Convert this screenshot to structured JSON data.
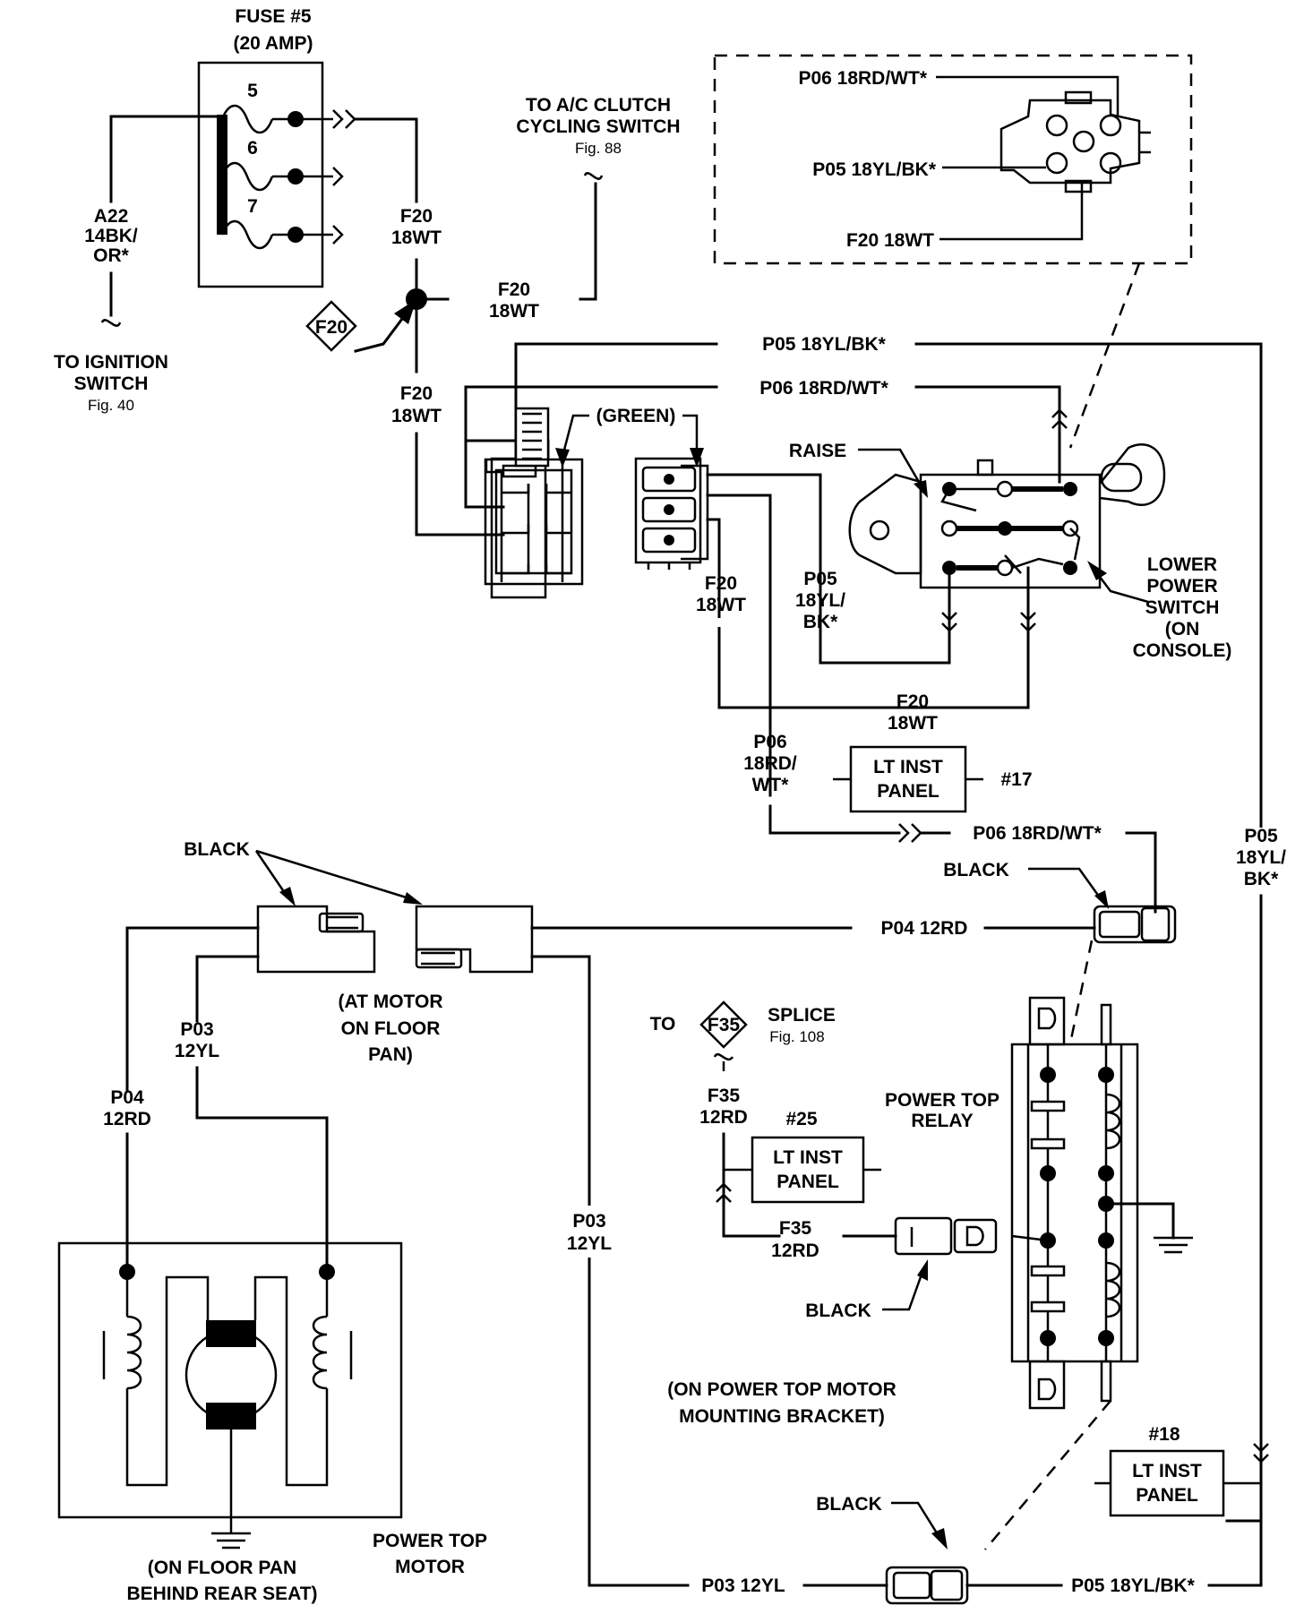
{
  "fuse_block": {
    "title": "FUSE #5",
    "rating": "(20 AMP)",
    "fuses": [
      "5",
      "6",
      "7"
    ]
  },
  "ignition_feed": {
    "wire_code": "A22",
    "wire_gauge_color_1": "14BK/",
    "wire_gauge_color_2": "OR*",
    "dest_line1": "TO IGNITION",
    "dest_line2": "SWITCH",
    "dest_fig": "Fig. 40"
  },
  "ac_clutch": {
    "line1": "TO A/C CLUTCH",
    "line2": "CYCLING SWITCH",
    "fig": "Fig. 88"
  },
  "wires": {
    "f20_code": "F20",
    "f20_spec": "18WT",
    "f20_full": "F20 18WT",
    "p05_full": "P05 18YL/BK*",
    "p05_code": "P05",
    "p05_spec_1": "18YL/",
    "p05_spec_2": "BK*",
    "p06_full": "P06 18RD/WT*",
    "p06_code": "P06",
    "p06_spec_1": "18RD/",
    "p06_spec_2": "WT*",
    "p04_full": "P04 12RD",
    "p04_code": "P04",
    "p04_spec": "12RD",
    "p03_full": "P03 12YL",
    "p03_code": "P03",
    "p03_spec": "12YL",
    "f35_code": "F35",
    "f35_spec": "12RD"
  },
  "splice": {
    "id": "F20"
  },
  "green_label": "(GREEN)",
  "switch": {
    "raise_label": "RAISE",
    "name_line1": "LOWER",
    "name_line2": "POWER",
    "name_line3": "SWITCH",
    "name_line4": "(ON",
    "name_line5": "CONSOLE)"
  },
  "lt_inst_panel": {
    "line1": "LT INST",
    "line2": "PANEL",
    "ref_17": "#17",
    "ref_25": "#25",
    "ref_18": "#18"
  },
  "connectors": {
    "black_label": "BLACK",
    "motor_conn_line1": "(AT MOTOR",
    "motor_conn_line2": "ON FLOOR",
    "motor_conn_line3": "PAN)"
  },
  "f35_splice": {
    "to_label": "TO",
    "id": "F35",
    "splice_label": "SPLICE",
    "fig": "Fig. 108"
  },
  "relay": {
    "name_line1": "POWER TOP",
    "name_line2": "RELAY",
    "mount_line1": "(ON POWER TOP MOTOR",
    "mount_line2": "MOUNTING BRACKET)"
  },
  "motor": {
    "name_line1": "POWER TOP",
    "name_line2": "MOTOR",
    "loc_line1": "(ON FLOOR PAN",
    "loc_line2": "BEHIND REAR SEAT)"
  }
}
